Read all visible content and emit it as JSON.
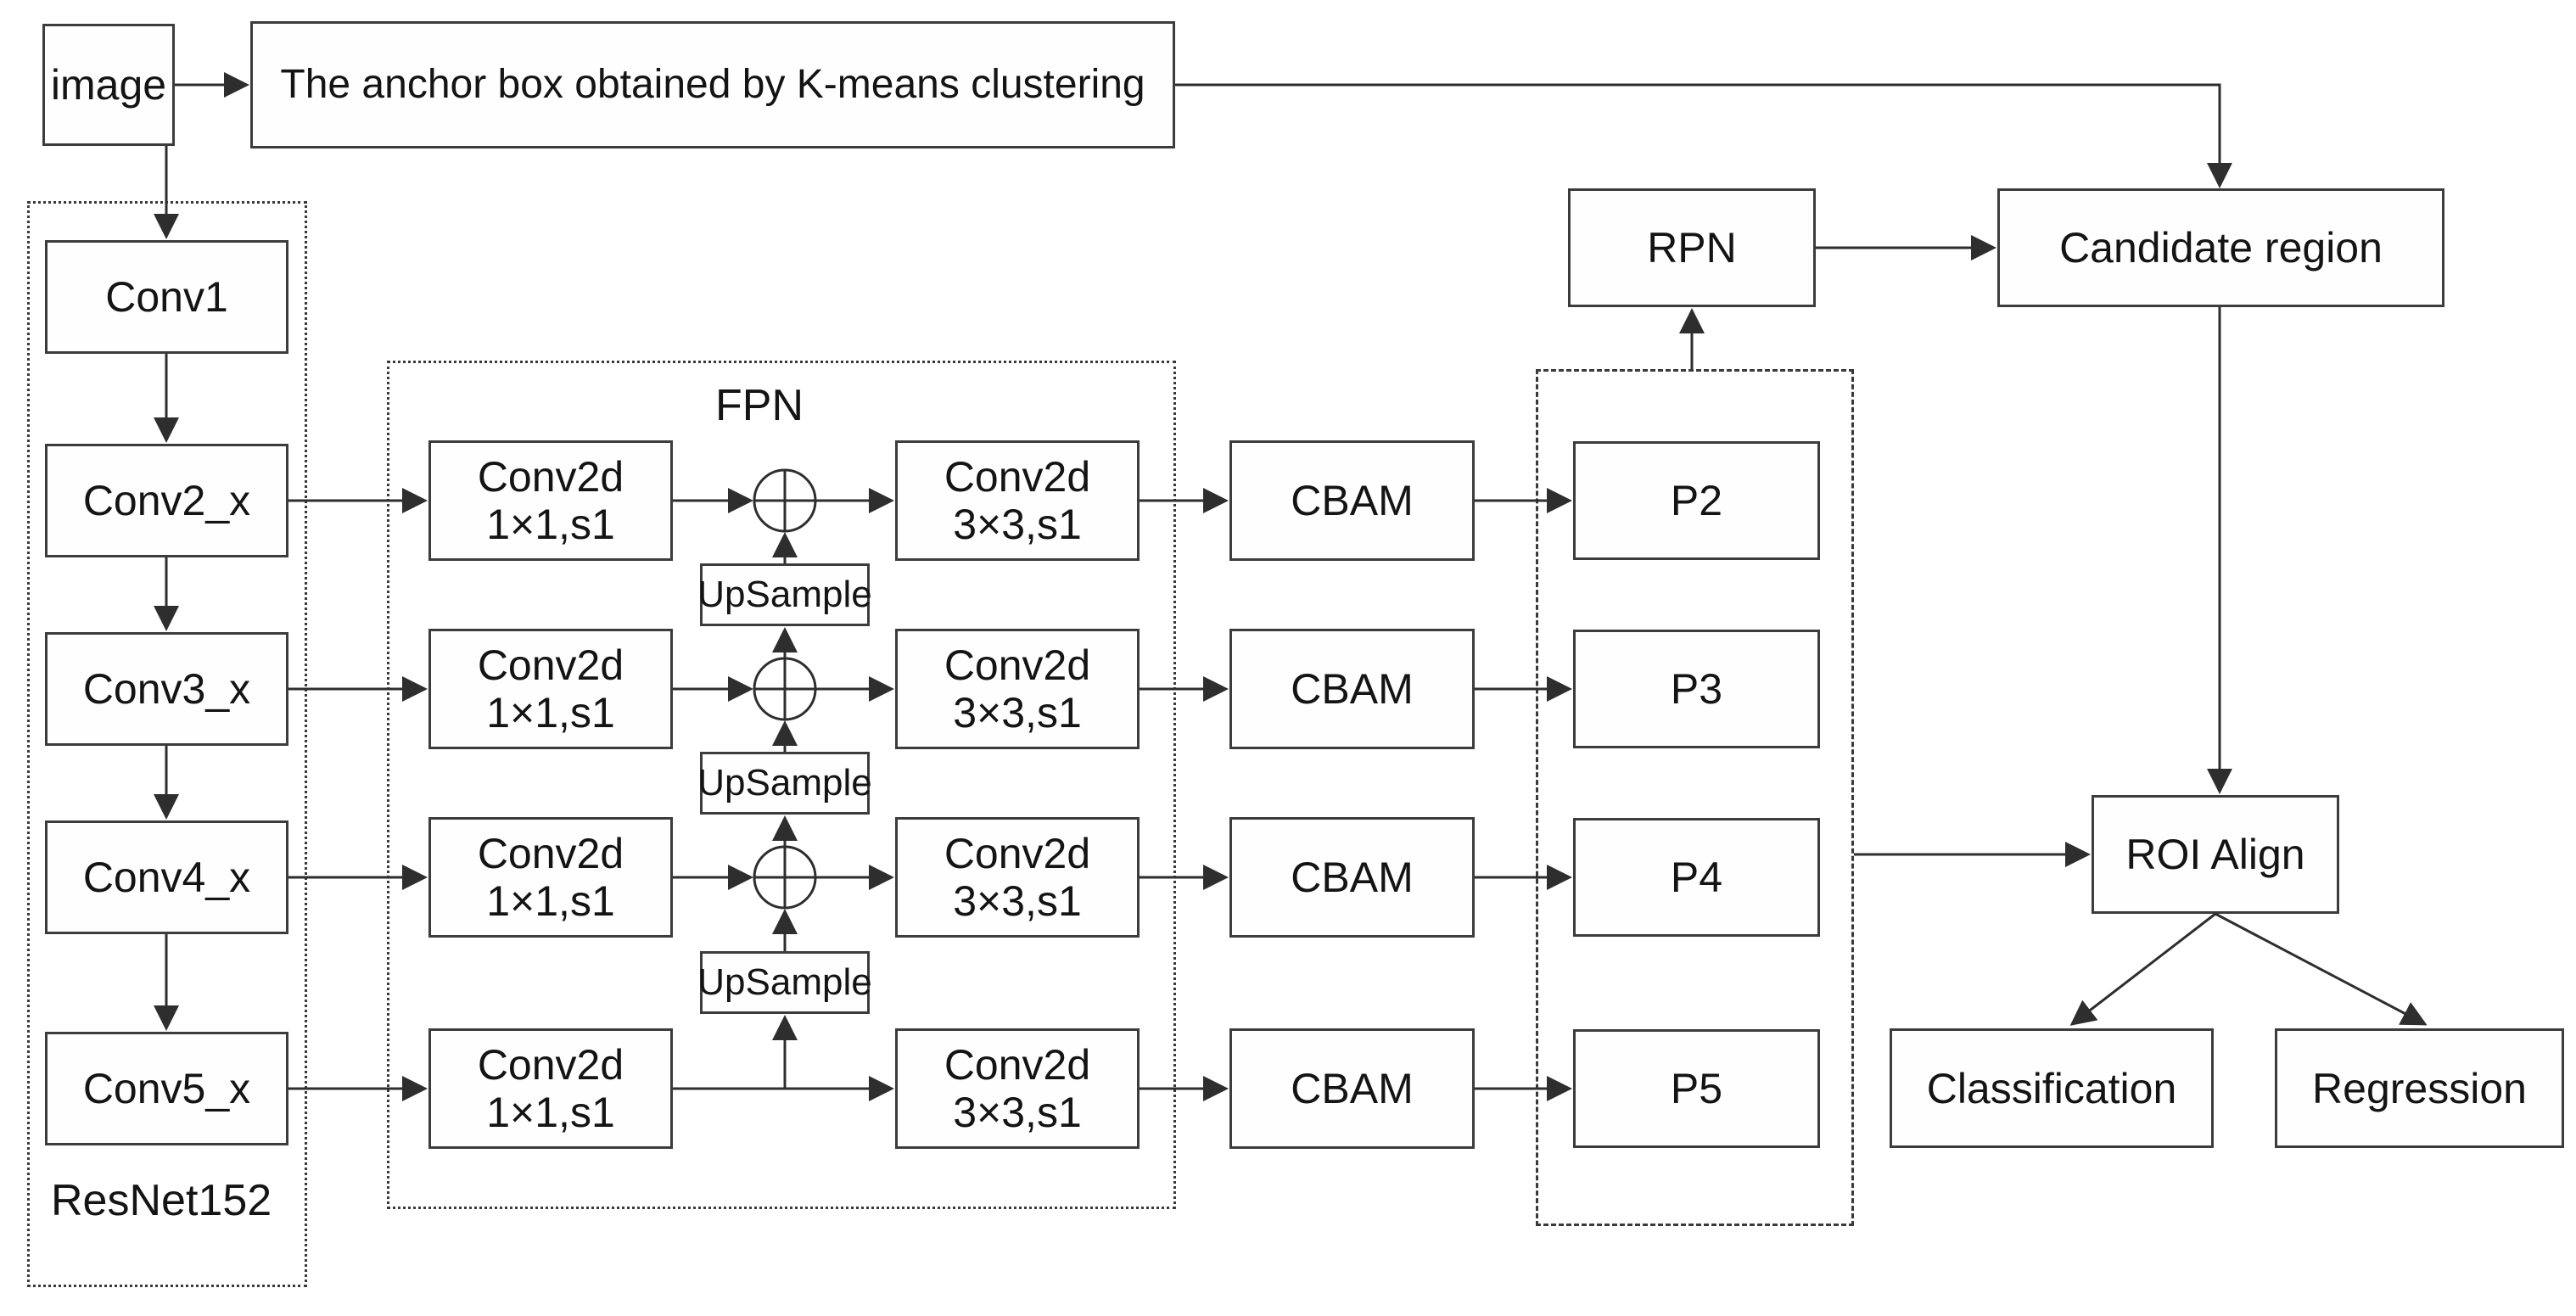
{
  "diagram": {
    "input_label": "image",
    "anchor_label": "The anchor box obtained by K-means clustering",
    "backbone": {
      "name": "ResNet152",
      "stages": [
        "Conv1",
        "Conv2_x",
        "Conv3_x",
        "Conv4_x",
        "Conv5_x"
      ]
    },
    "fpn": {
      "name": "FPN",
      "lateral_conv": {
        "line1": "Conv2d",
        "line2": "1×1,s1"
      },
      "output_conv": {
        "line1": "Conv2d",
        "line2": "3×3,s1"
      },
      "upsample_label": "UpSample"
    },
    "cbam_label": "CBAM",
    "pyramid_levels": [
      "P2",
      "P3",
      "P4",
      "P5"
    ],
    "rpn_label": "RPN",
    "candidate_label": "Candidate region",
    "roi_label": "ROI Align",
    "head_labels": [
      "Classification",
      "Regression"
    ],
    "colors": {
      "line": "#2e2e2e",
      "box_border": "#3c3c3c",
      "text": "#141414",
      "background": "#ffffff"
    }
  }
}
